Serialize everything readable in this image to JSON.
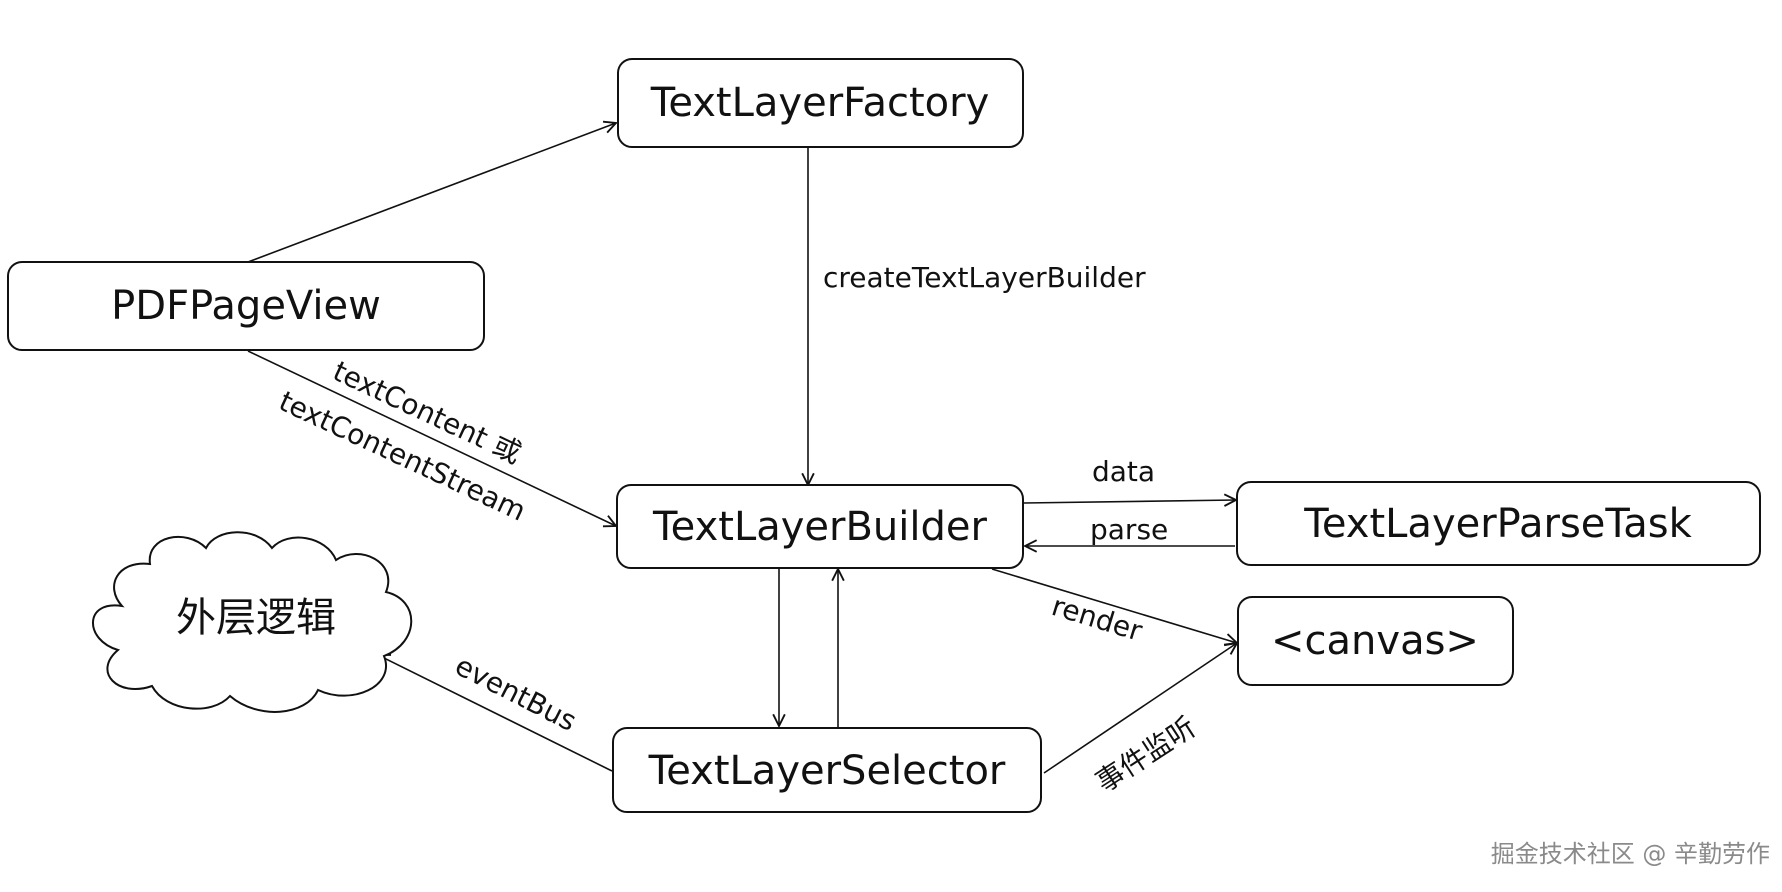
{
  "nodes": {
    "factory": "TextLayerFactory",
    "pageview": "PDFPageView",
    "builder": "TextLayerBuilder",
    "parsetask": "TextLayerParseTask",
    "canvas": "<canvas>",
    "selector": "TextLayerSelector",
    "outer": "外层逻辑"
  },
  "edges": {
    "create": "createTextLayerBuilder",
    "text_content_line1": "textContent 或",
    "text_content_line2": "textContentStream",
    "data": "data",
    "parse": "parse",
    "render": "render",
    "event_bus": "eventBus",
    "event_listen": "事件监听"
  },
  "watermark": "掘金技术社区 @ 辛勤劳作"
}
